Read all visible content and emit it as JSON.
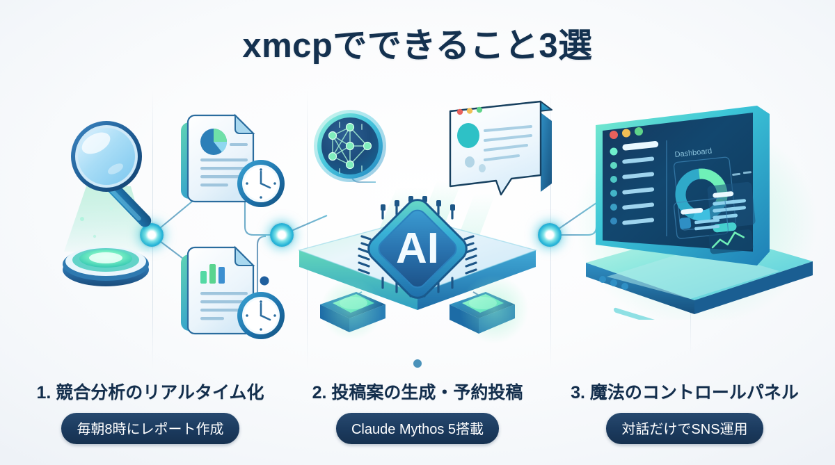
{
  "page": {
    "title": "xmcpでできること3選",
    "background_color": "#f5f8fb",
    "title_color": "#14314f",
    "accent_color": "#2fb9d6",
    "accent_green": "#6ee7a8",
    "pill_color": "#1b3a5e"
  },
  "columns": [
    {
      "index": "1",
      "headline": "1. 競合分析のリアルタイム化",
      "pill": "毎朝8時にレポート作成",
      "icons": [
        "magnifier-icon",
        "scan-pedestal-icon",
        "document-pie-chart-icon",
        "document-bar-chart-icon",
        "clock-icon"
      ]
    },
    {
      "index": "2",
      "headline": "2. 投稿案の生成・予約投稿",
      "pill": "Claude Mythos 5搭載",
      "icons": [
        "neural-network-badge-icon",
        "chat-bubble-icon",
        "ai-chip-icon",
        "isometric-tile-icon"
      ]
    },
    {
      "index": "3",
      "headline": "3. 魔法のコントロールパネル",
      "pill": "対話だけでSNS運用",
      "icons": [
        "laptop-dashboard-icon",
        "donut-chart-icon",
        "line-graph-icon"
      ]
    }
  ],
  "center": {
    "chip_label": "AI"
  },
  "laptop": {
    "screen_title": "Dashboard",
    "window_dots": [
      "#e8615c",
      "#f0bf55",
      "#5fd48a"
    ]
  },
  "chat": {
    "window_dots": [
      "#e8615c",
      "#f0bf55",
      "#5fd48a"
    ]
  }
}
